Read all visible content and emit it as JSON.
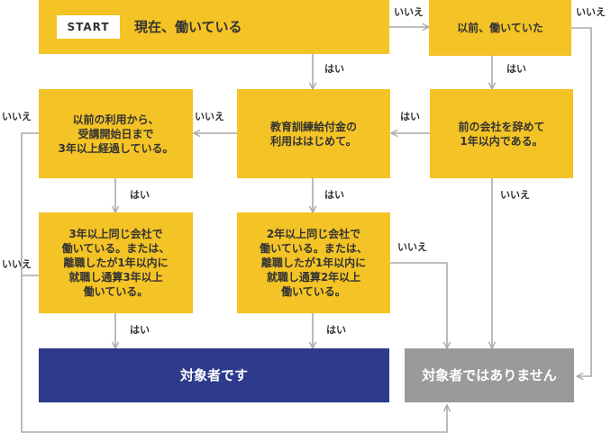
{
  "start": {
    "tag": "START",
    "text": "現在、働いている"
  },
  "nodes": {
    "previously_worked": "以前、働いていた",
    "left_within_year": "前の会社を辞めて\n1年以内である。",
    "first_time_use": "教育訓練給付金の\n利用ははじめて。",
    "three_years_since": "以前の利用から、\n受講開始日まで\n3年以上経過している。",
    "two_years_same": "2年以上同じ会社で\n働いている。または、\n離職したが1年以内に\n就職し通算2年以上\n働いている。",
    "three_years_same": "3年以上同じ会社で\n働いている。または、\n離職したが1年以内に\n就職し通算3年以上\n働いている。",
    "target": "対象者です",
    "not_target": "対象者ではありません"
  },
  "labels": {
    "yes": "はい",
    "no": "いいえ"
  },
  "colors": {
    "box": "#f4c325",
    "target": "#2e3a8c",
    "not_target": "#9a9a9a",
    "arrow": "#aaaaaa"
  }
}
